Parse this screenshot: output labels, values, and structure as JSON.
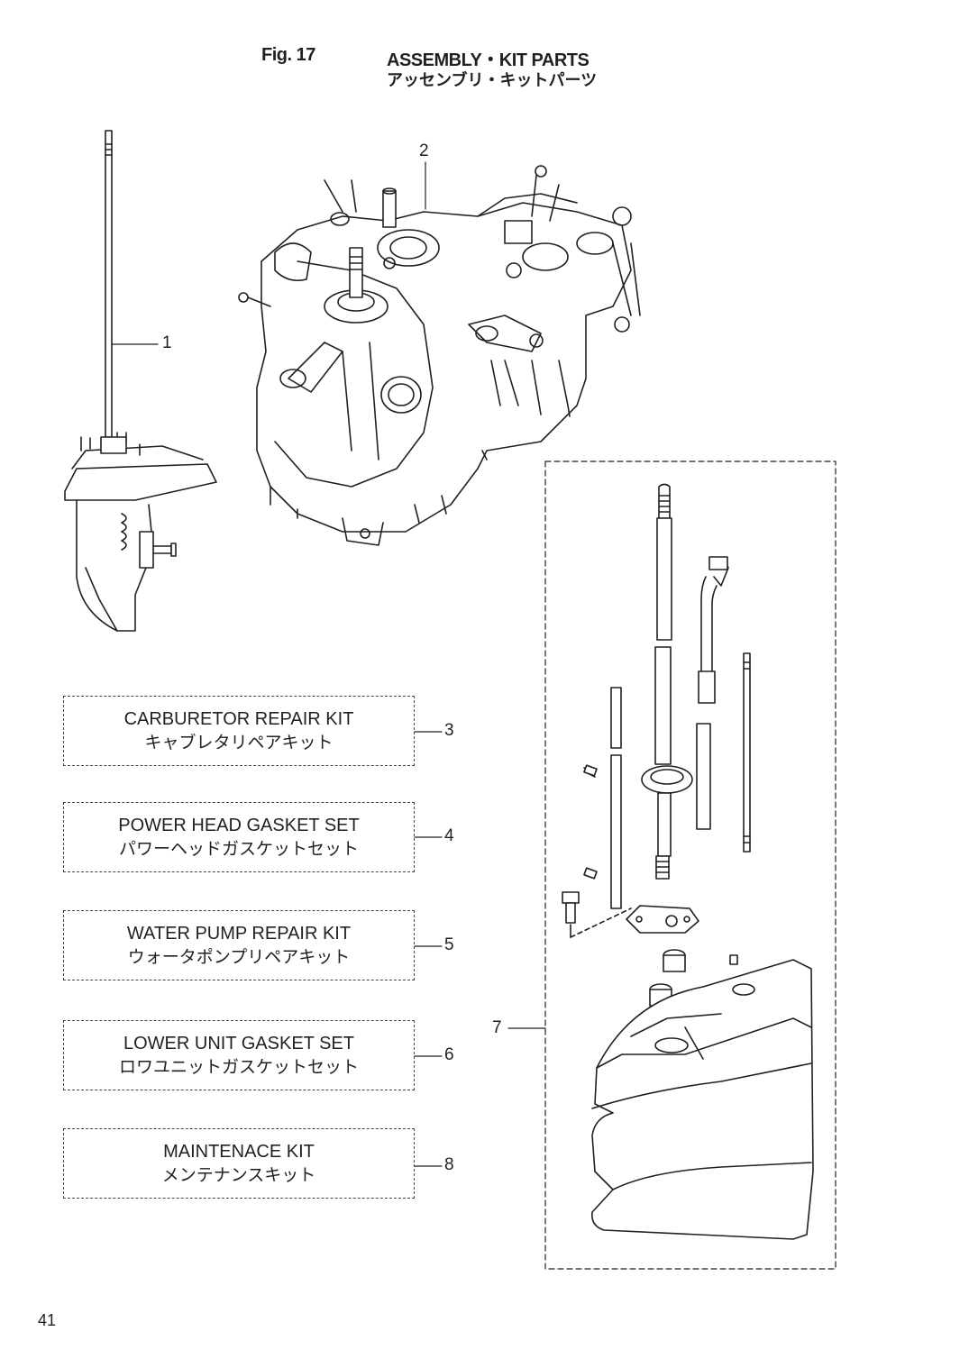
{
  "header": {
    "figure": "Fig. 17",
    "title_en": "ASSEMBLY・KIT PARTS",
    "title_jp": "アッセンブリ・キットパーツ"
  },
  "callouts": [
    "1",
    "2",
    "3",
    "4",
    "5",
    "6",
    "7",
    "8"
  ],
  "kits": [
    {
      "ref": "3",
      "name_en": "CARBURETOR REPAIR KIT",
      "name_jp": "キャブレタリペアキット"
    },
    {
      "ref": "4",
      "name_en": "POWER HEAD GASKET SET",
      "name_jp": "パワーヘッドガスケットセット"
    },
    {
      "ref": "5",
      "name_en": "WATER PUMP REPAIR KIT",
      "name_jp": "ウォータポンプリペアキット"
    },
    {
      "ref": "6",
      "name_en": "LOWER UNIT GASKET SET",
      "name_jp": "ロワユニットガスケットセット"
    },
    {
      "ref": "8",
      "name_en": "MAINTENACE KIT",
      "name_jp": "メンテナンスキット"
    }
  ],
  "page_number": "41"
}
